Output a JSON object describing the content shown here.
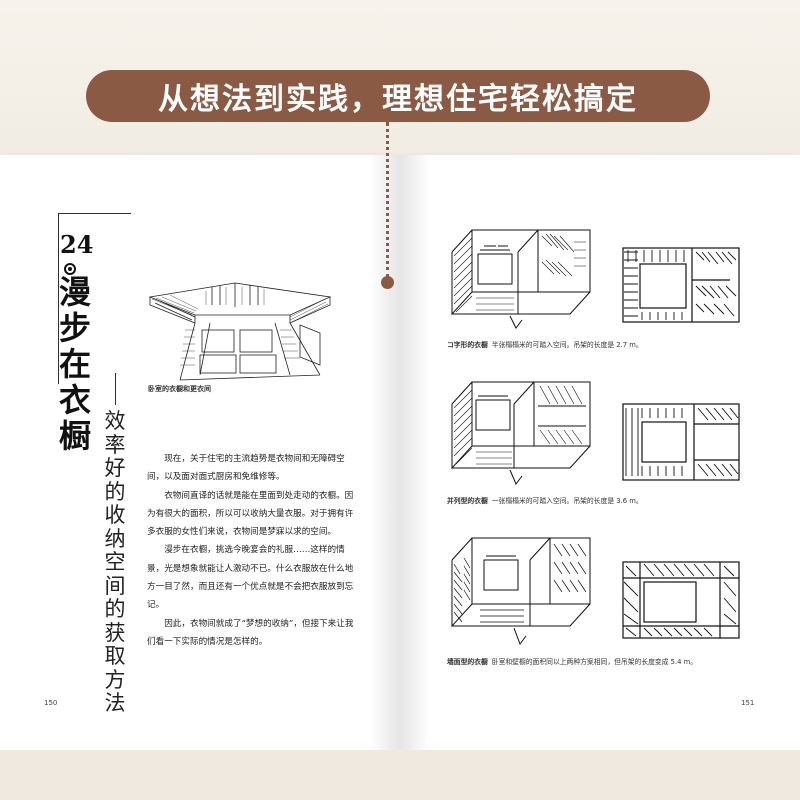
{
  "banner": {
    "text": "从想法到实践，理想住宅轻松搞定"
  },
  "left_page": {
    "chapter_number": "24",
    "chapter_title": "漫步在衣橱",
    "subtitle": "效率好的收纳空间的获取方法",
    "sketch_caption": "卧室的衣橱和更衣间",
    "paragraphs": [
      "现在，关于住宅的主流趋势是衣物间和无障碍空间，以及面对面式厨房和免维修等。",
      "衣物间直译的话就是能在里面到处走动的衣橱。因为有很大的面积，所以可以收纳大量衣服。对于拥有许多衣服的女性们来说，衣物间是梦寐以求的空间。",
      "漫步在衣橱，挑选今晚宴会的礼服……这样的情景，光是想象就能让人激动不已。什么衣服放在什么地方一目了然，而且还有一个优点就是不会把衣服放到忘记。",
      "因此，衣物间就成了“梦想的收纳”，但接下来让我们看一下实际的情况是怎样的。"
    ],
    "page_number": "150"
  },
  "right_page": {
    "diagrams": [
      {
        "label": "コ字形的衣橱",
        "desc": "半张榻榻米的可踏入空间。吊架的长度是 2.7 m。"
      },
      {
        "label": "并列型的衣橱",
        "desc": "一张榻榻米的可踏入空间。吊架的长度是 3.6 m。"
      },
      {
        "label": "墙面型的衣橱",
        "desc": "卧室和壁橱的面积同以上两种方案相同，但吊架的长度变成 5.4 m。"
      }
    ],
    "page_number": "151"
  },
  "colors": {
    "accent": "#8a5a44",
    "page": "#ffffff",
    "ink": "#111111"
  }
}
